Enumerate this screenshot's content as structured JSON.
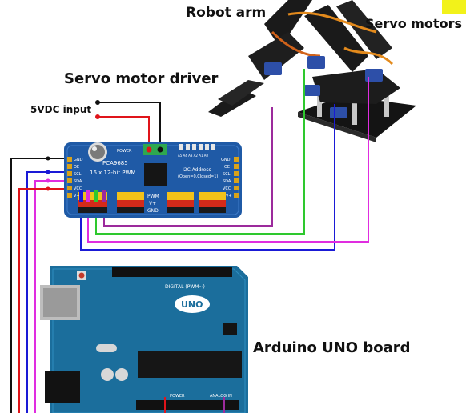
{
  "labels": {
    "robot_arm": "Robot arm",
    "servo_motors": "Servo motors",
    "servo_driver": "Servo motor driver",
    "power_input": "5VDC input",
    "arduino": "Arduino UNO board"
  },
  "driver_board": {
    "chip": "PCA9685",
    "subtitle": "16 x 12-bit PWM",
    "address": "I2C Address",
    "address_sub": "(Open=0,Closed=1)",
    "power": "POWER",
    "pins_left": [
      "GND",
      "OE",
      "SCL",
      "SDA",
      "VCC",
      "V+"
    ],
    "pins_right": [
      "GND",
      "OE",
      "SCL",
      "SDA",
      "VCC",
      "V+"
    ],
    "row_labels": [
      "PWM",
      "V+",
      "GND"
    ],
    "address_bits": "A5 A4 A3 A2 A1 A0"
  },
  "uno_board": {
    "logo": "UNO",
    "digital": "DIGITAL (PWM~)",
    "power": "POWER",
    "analog": "ANALOG IN"
  },
  "colors": {
    "board_blue": "#1f5aa6",
    "uno_blue": "#1b6e9c",
    "wire_black": "#111111",
    "wire_red": "#e0141a",
    "wire_blue": "#1a1ad6",
    "wire_magenta": "#e02de0",
    "wire_green": "#2ec82e",
    "wire_purple": "#9c2a9c",
    "accent_yellow": "#f2f21a"
  },
  "icons": [
    "robot-arm-icon",
    "servo-motor-icon",
    "usb-port-icon",
    "power-jack-icon",
    "capacitor-icon",
    "microcontroller-chip-icon",
    "crystal-icon"
  ]
}
